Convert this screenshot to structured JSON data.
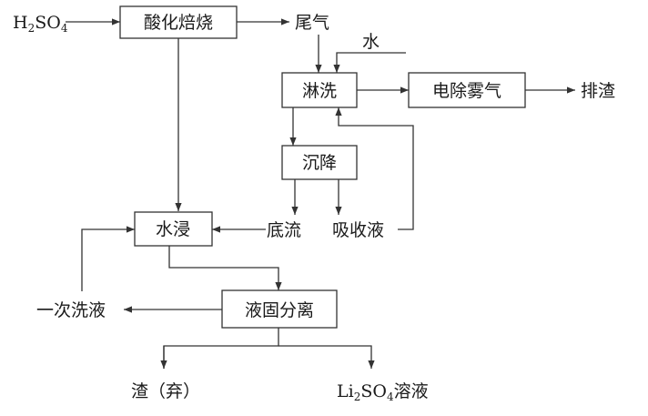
{
  "boxes": {
    "roasting": "酸化焙烧",
    "scrubbing": "淋洗",
    "demist": "电除雾气",
    "settling": "沉降",
    "leaching": "水浸",
    "separation": "液固分离"
  },
  "labels": {
    "h2so4": {
      "main": "H",
      "s1": "2",
      "mid": "SO",
      "s2": "4"
    },
    "tail_gas": "尾气",
    "water": "水",
    "discharge": "排渣",
    "underflow": "底流",
    "absorbent": "吸收液",
    "first_wash": "一次洗液",
    "residue": "渣（弃）",
    "li2so4": {
      "main": "Li",
      "s1": "2",
      "mid": "SO",
      "s2": "4",
      "tail": "溶液"
    }
  }
}
